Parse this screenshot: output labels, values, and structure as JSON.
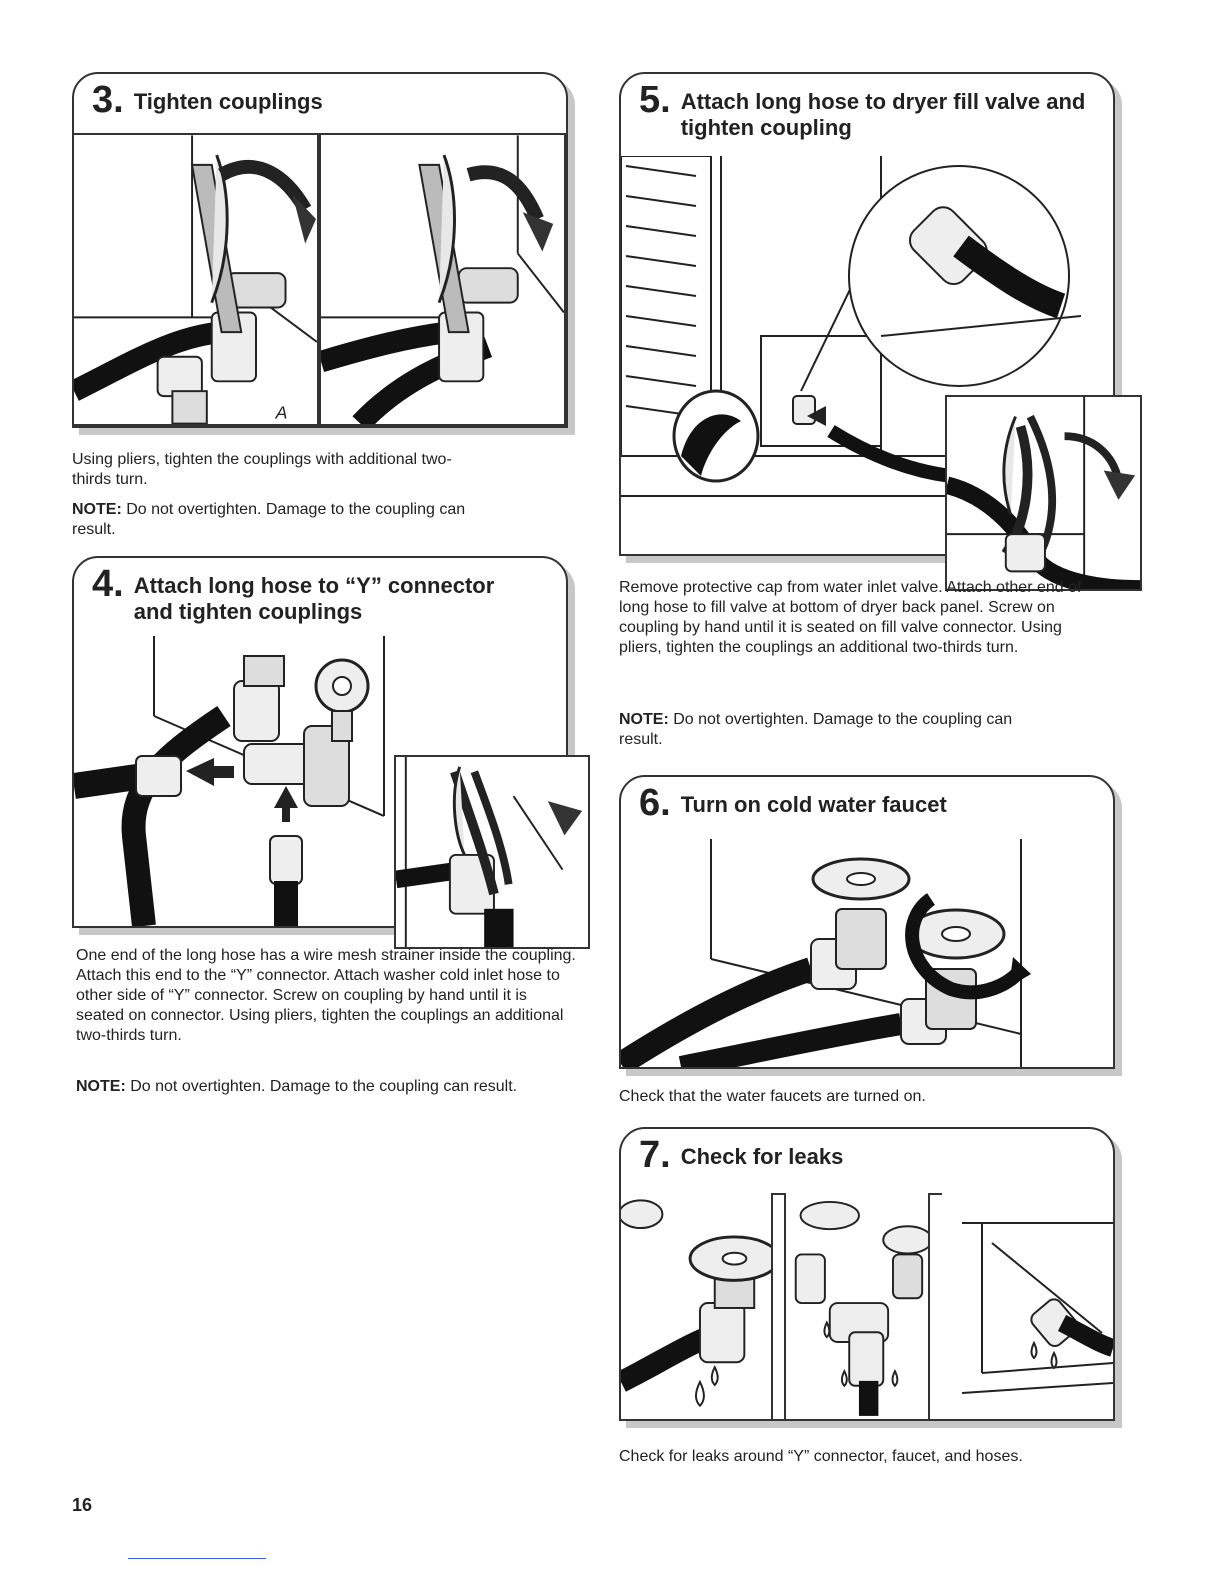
{
  "page_number": "16",
  "steps": {
    "s3": {
      "num": "3.",
      "title": "Tighten couplings",
      "callout": "A",
      "body": "Using pliers, tighten the couplings with additional two-thirds turn.",
      "note_label": "NOTE:",
      "note": " Do not overtighten. Damage to the coupling can result."
    },
    "s4": {
      "num": "4.",
      "title": "Attach long hose to “Y” connector and tighten couplings",
      "body": "One end of the long hose has a wire mesh strainer inside the coupling. Attach this end to the “Y” connector. Attach washer cold inlet hose to other side of “Y” connector. Screw on coupling by hand until it is seated on connector. Using pliers, tighten the couplings an additional two-thirds turn.",
      "note_label": "NOTE:",
      "note": " Do not overtighten. Damage to the coupling can result."
    },
    "s5": {
      "num": "5.",
      "title": "Attach long hose to dryer fill valve and tighten coupling",
      "body": "Remove protective cap from water inlet valve. Attach other end of long hose to fill valve at bottom of dryer back panel. Screw on coupling by hand until it is seated on fill valve connector. Using pliers, tighten the couplings an additional two-thirds turn.",
      "note_label": "NOTE:",
      "note": " Do not overtighten. Damage to the coupling can result."
    },
    "s6": {
      "num": "6.",
      "title": "Turn on cold water faucet",
      "body": "Check that the water faucets are turned on."
    },
    "s7": {
      "num": "7.",
      "title": "Check for leaks",
      "body": "Check for leaks around “Y” connector, faucet, and hoses."
    }
  }
}
